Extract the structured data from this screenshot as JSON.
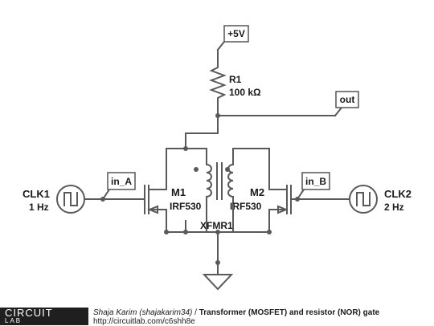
{
  "labels": {
    "vcc": "+5V",
    "out": "out",
    "in_a": "in_A",
    "in_b": "in_B",
    "r1_name": "R1",
    "r1_value": "100 kΩ",
    "m1_name": "M1",
    "m1_part": "IRF530",
    "m2_name": "M2",
    "m2_part": "IRF530",
    "xfmr": "XFMR1",
    "clk1_name": "CLK1",
    "clk1_freq": "1 Hz",
    "clk2_name": "CLK2",
    "clk2_freq": "2 Hz"
  },
  "footer": {
    "logo_top": "CIRCUIT",
    "logo_bottom": "LAB",
    "author": "Shaja Karim (shajakarim34)",
    "separator": " / ",
    "title": "Transformer (MOSFET) and resistor (NOR) gate",
    "url": "http://circuitlab.com/c6shh8e"
  },
  "colors": {
    "wire": "#595959",
    "text": "#1a1a1a",
    "logo_bg": "#1f1f1f"
  }
}
